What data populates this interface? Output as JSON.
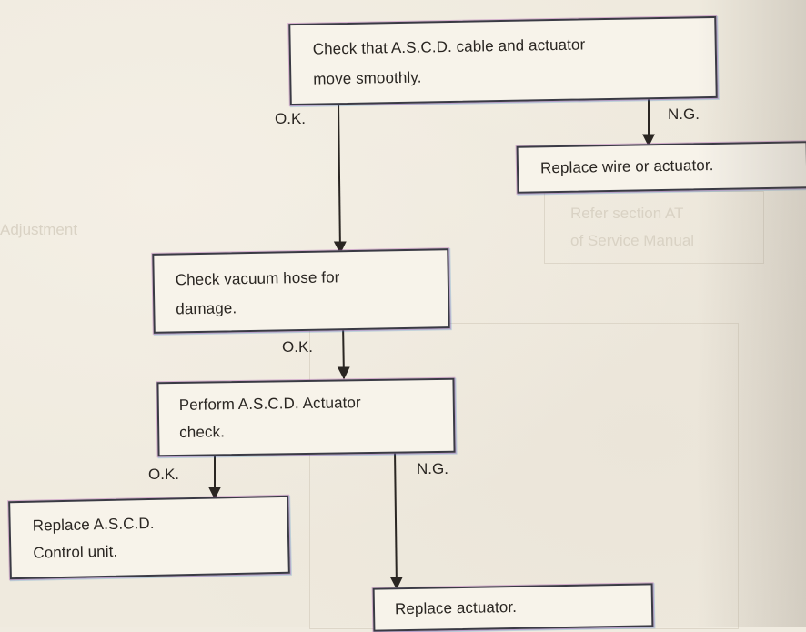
{
  "flowchart": {
    "boxes": {
      "check_cable": {
        "lines": [
          "Check that A.S.C.D. cable and actuator",
          "move smoothly."
        ]
      },
      "replace_wire": {
        "lines": [
          "Replace wire or actuator."
        ]
      },
      "check_vacuum": {
        "lines": [
          "Check vacuum hose for",
          "damage."
        ]
      },
      "perform_check": {
        "lines": [
          "Perform A.S.C.D. Actuator",
          "check."
        ]
      },
      "replace_unit": {
        "lines": [
          "Replace A.S.C.D.",
          "Control unit."
        ]
      },
      "replace_actuator": {
        "lines": [
          "Replace actuator."
        ]
      }
    },
    "labels": {
      "ok_1": "O.K.",
      "ng_1": "N.G.",
      "ok_2": "O.K.",
      "ok_3": "O.K.",
      "ng_2": "N.G."
    }
  },
  "background": {
    "ghost_title": "Adjustment",
    "ghost_refer": [
      "Refer section AT",
      "of Service Manual"
    ]
  },
  "colors": {
    "paper": "#efeade",
    "ink": "#2a2622",
    "box_border": "#3a3a44"
  }
}
